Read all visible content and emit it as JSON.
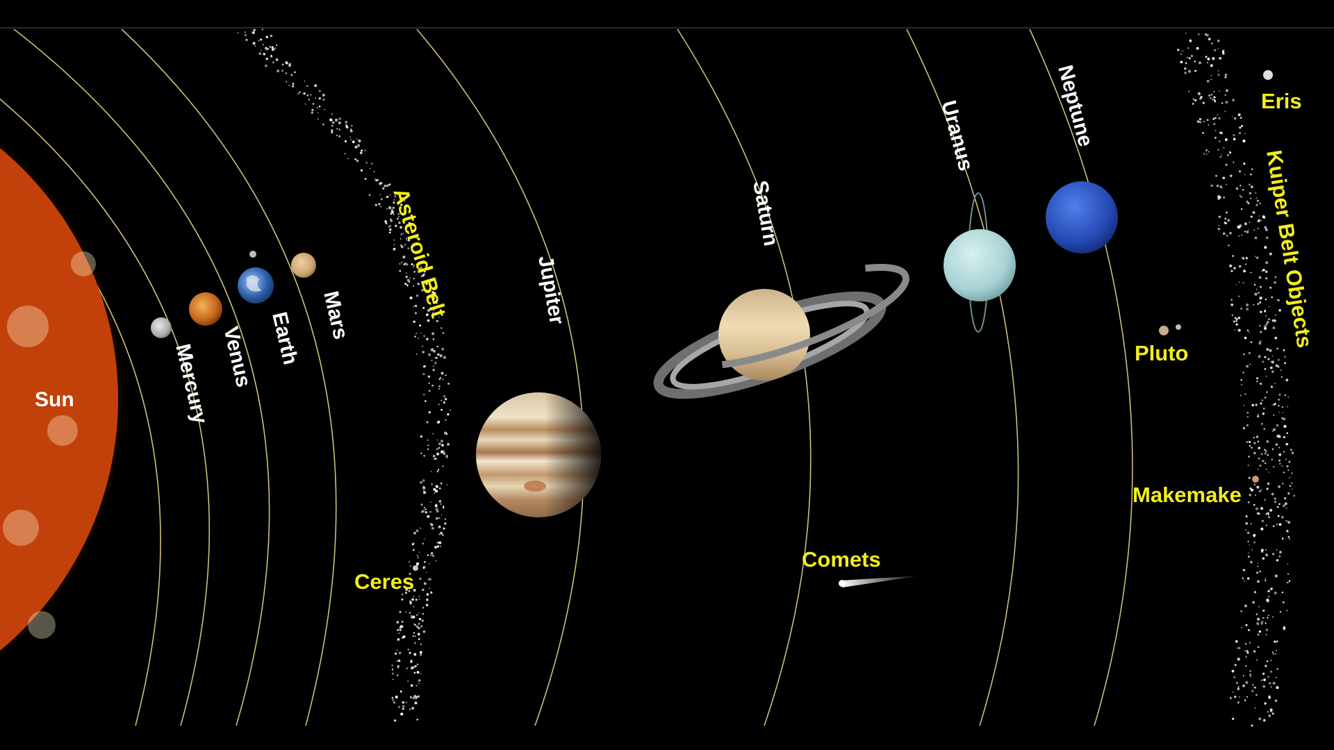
{
  "colors": {
    "background": "#000000",
    "orbit": "#cdbf7a",
    "planet_label": "#ffffff",
    "object_label": "#f2ee1a",
    "sun": "#f47a14"
  },
  "labels": {
    "sun": "Sun",
    "mercury": "Mercury",
    "venus": "Venus",
    "earth": "Earth",
    "mars": "Mars",
    "asteroid_belt": "Asteroid Belt",
    "ceres": "Ceres",
    "jupiter": "Jupiter",
    "saturn": "Saturn",
    "uranus": "Uranus",
    "neptune": "Neptune",
    "comets": "Comets",
    "pluto": "Pluto",
    "makemake": "Makemake",
    "eris": "Eris",
    "kuiper_belt": "Kuiper Belt Objects"
  }
}
